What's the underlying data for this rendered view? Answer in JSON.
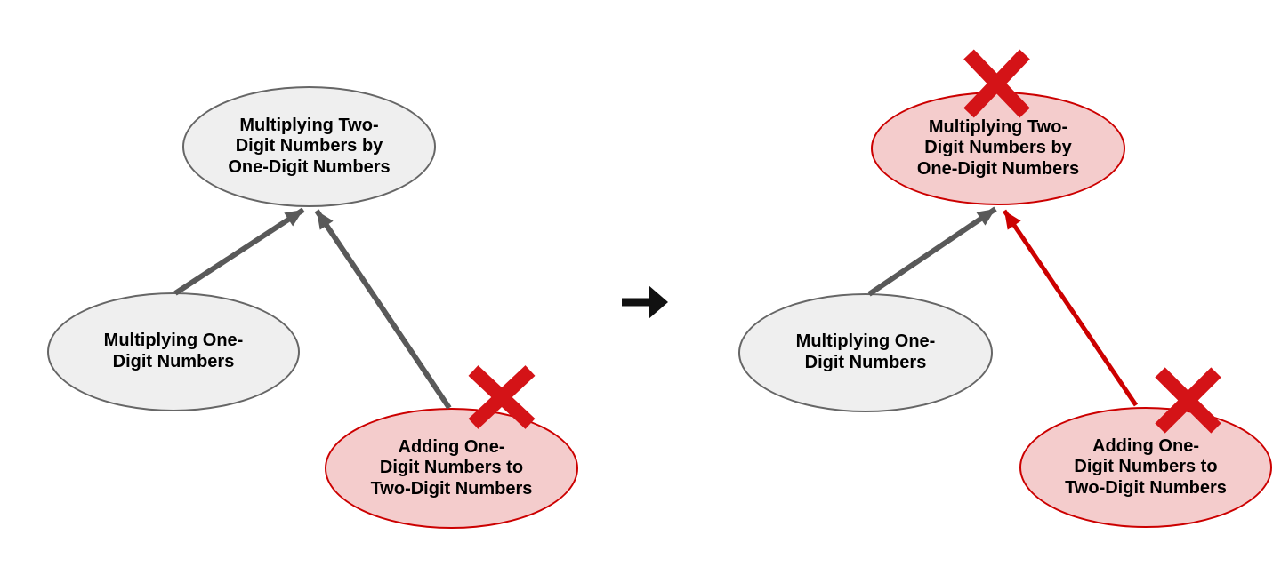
{
  "diagram": {
    "description": "Before and after prerequisite graph",
    "before": {
      "nodes": [
        {
          "id": "target",
          "text": "Multiplying Two-\nDigit Numbers by\nOne-Digit Numbers",
          "flagged": false
        },
        {
          "id": "prereq-multiplying-one-digit",
          "text": "Multiplying One-\nDigit Numbers",
          "flagged": false
        },
        {
          "id": "prereq-adding-one-digit",
          "text": "Adding One-\nDigit Numbers to\nTwo-Digit Numbers",
          "flagged": true
        }
      ]
    },
    "after": {
      "nodes": [
        {
          "id": "target",
          "text": "Multiplying Two-\nDigit Numbers by\nOne-Digit Numbers",
          "flagged": true
        },
        {
          "id": "prereq-multiplying-one-digit",
          "text": "Multiplying One-\nDigit Numbers",
          "flagged": false
        },
        {
          "id": "prereq-adding-one-digit",
          "text": "Adding One-\nDigit Numbers to\nTwo-Digit Numbers",
          "flagged": true
        }
      ]
    }
  },
  "icons": {
    "x_mark": "✕",
    "transform_arrow": "→"
  },
  "colors": {
    "background": "#ffffff",
    "node_fill": "#efefef",
    "node_stroke": "#666666",
    "flagged_fill": "#f4cccc",
    "flagged_stroke": "#cc0000",
    "edge": "#595959",
    "flagged_edge": "#cc0000",
    "x_mark": "#d41317",
    "transform_arrow": "#111111",
    "text": "#000000"
  }
}
